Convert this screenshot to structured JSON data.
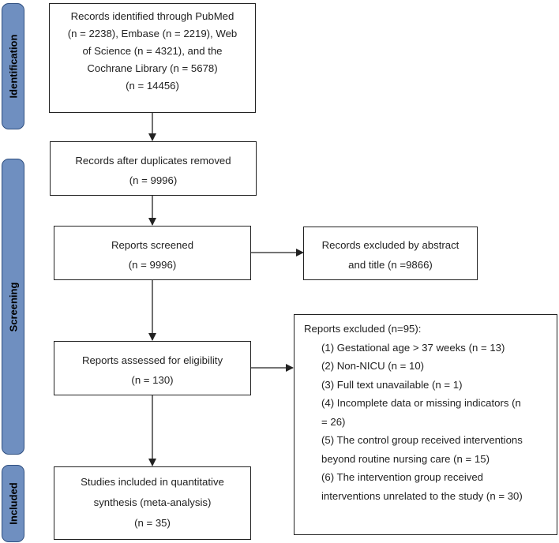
{
  "phases": {
    "identification": "Identification",
    "screening": "Screening",
    "included": "Included"
  },
  "boxes": {
    "records_identified": {
      "lines": [
        "Records identified through PubMed",
        "(n = 2238), Embase (n = 2219), Web",
        "of Science (n = 4321), and the",
        "Cochrane Library (n = 5678)",
        "(n = 14456)"
      ]
    },
    "duplicates_removed": {
      "lines": [
        "Records after duplicates removed",
        "(n = 9996)"
      ]
    },
    "reports_screened": {
      "lines": [
        "Reports screened",
        "(n = 9996)"
      ]
    },
    "records_excluded": {
      "lines": [
        "Records excluded by abstract",
        "and title (n =9866)"
      ]
    },
    "assessed_eligibility": {
      "lines": [
        "Reports assessed for eligibility",
        "(n = 130)"
      ]
    },
    "reports_excluded": {
      "heading": "Reports excluded (n=95):",
      "items": [
        "(1) Gestational age > 37 weeks (n = 13)",
        "(2) Non-NICU (n = 10)",
        "(3) Full text unavailable (n = 1)",
        "(4) Incomplete data or missing indicators (n",
        "= 26)",
        "(5) The control group received interventions",
        "beyond routine nursing care (n = 15)",
        "(6) The intervention group received",
        "interventions unrelated to the study (n = 30)"
      ]
    },
    "studies_included": {
      "lines": [
        "Studies included in quantitative",
        "synthesis (meta-analysis)",
        "(n = 35)"
      ]
    }
  },
  "colors": {
    "phase_fill": "#6f8fc0",
    "phase_border": "#2f4f80",
    "box_border": "#222222"
  }
}
